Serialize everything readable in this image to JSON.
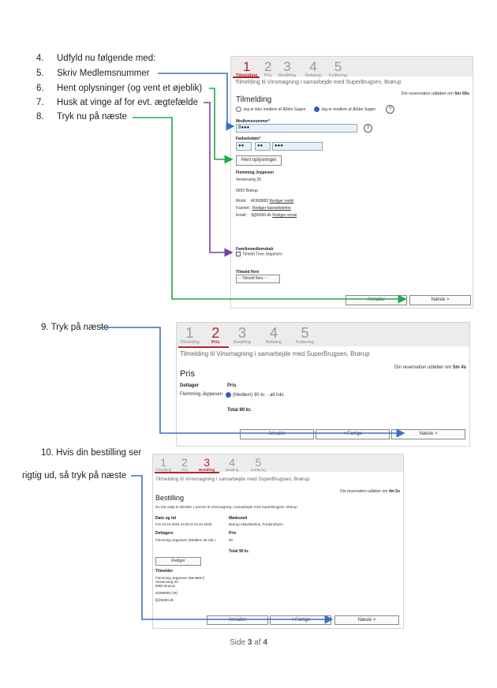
{
  "instructions": [
    {
      "num": "4.",
      "text": "Udfyld nu følgende med:"
    },
    {
      "num": "5.",
      "text": "Skriv Medlemsnummer"
    },
    {
      "num": "6.",
      "text": "Hent oplysninger (og vent et øjeblik)"
    },
    {
      "num": "7.",
      "text": "Husk at vinge af for evt. ægtefælde"
    },
    {
      "num": "8.",
      "text": "Tryk nu på næste"
    }
  ],
  "step9": "9.  Tryk på næste",
  "step10_line1": "10. Hvis din bestilling ser",
  "step10_line2": "rigtig ud, så tryk på næste",
  "steps": [
    {
      "n": "1",
      "label": "Tilmelding"
    },
    {
      "n": "2",
      "label": "Pris"
    },
    {
      "n": "3",
      "label": "Bestilling"
    },
    {
      "n": "4",
      "label": "Betaling"
    },
    {
      "n": "5",
      "label": "Kvittering"
    }
  ],
  "subtitle": "Tilmelding til Vinsmagning i samarbejde med SuperBrugsen, Brørup",
  "shot1": {
    "reservation_prefix": "Din reservation udløber om",
    "reservation_time": "5m 59s",
    "heading": "Tilmelding",
    "radio_not_member": "Jeg er ikke medlem af Ældre Sagen",
    "radio_member": "Jeg er medlem af Ældre Sagen",
    "help": "?",
    "member_label": "Medlemsnummer*",
    "member_value": "8●●●",
    "dob_label": "Fødselsdato*",
    "dob_d": "●●",
    "dob_m": "●●",
    "dob_y": "●●●",
    "fetch_button": "Hent oplysninger",
    "name": "Flemming Jeppesen",
    "street": "Vestervang 20",
    "city": "6650 Brørup",
    "mobile_label": "Mobil:",
    "mobile_value": "40368882",
    "mobile_edit": "Rediger mobil",
    "landline_label": "Fastnet:",
    "landline_edit": "Rediger fastnettelefon",
    "email_label": "Email:",
    "email_value": "fj@6650.dk",
    "email_edit": "Rediger email",
    "family_label": "Familiemedlemskab",
    "family_option": "Tilmeld Tove Jeppesen",
    "more_label": "Tilmeld flere",
    "more_select": "-- Tilmeld flere --",
    "cancel": "Annuller",
    "next": "Næste >"
  },
  "shot2": {
    "reservation_prefix": "Din reservation udløber om",
    "reservation_time": "5m 4s",
    "heading": "Pris",
    "col_participant": "Deltager",
    "col_price": "Pris",
    "participant": "Flemming Jeppesen",
    "price_option": "(Medlem) 90 kr. - alt inkl.",
    "total": "Total 90 kr.",
    "cancel": "Annuller",
    "prev": "< Forrige",
    "next": "Næste >"
  },
  "shot3": {
    "reservation_prefix": "Din reservation udløber om",
    "reservation_time": "4m 6s",
    "heading": "Bestilling",
    "intro": "Du har valgt at tilmelde 1 person til Vinsmagning i samarbejde med SuperBrugsen, Brørup",
    "date_label": "Dato og tid",
    "date_value": "Fra 19.10.2025 14:00 til 19.10.2025",
    "venue_label": "Mødested",
    "venue_value": "Brørup Aktivitetshus, Fredenshjem",
    "participants_label": "Deltagere",
    "price_label": "Pris",
    "participant_value": "Flemming Jeppesen (Medlem alt inkl.)",
    "price_value": "90",
    "total": "Total 90 kr.",
    "edit_button": "Rediger",
    "registrant_label": "Tilmelder",
    "reg_name": "Flemming Jeppesen (●●.●●●7)",
    "reg_street": "Vestervang 20",
    "reg_city": "6650 Brørup",
    "reg_phone": "40368882 (M)",
    "reg_email": "fj@6650.dk",
    "cancel": "Annuller",
    "prev": "< Forrige",
    "next": "Næste >"
  },
  "footer": {
    "prefix": "Side ",
    "page": "3",
    "mid": " af ",
    "total": "4"
  },
  "colors": {
    "accent_red": "#b5232c",
    "arrow_blue": "#3b6fc3",
    "arrow_green": "#22a84a",
    "arrow_purple": "#7b3fa8"
  }
}
